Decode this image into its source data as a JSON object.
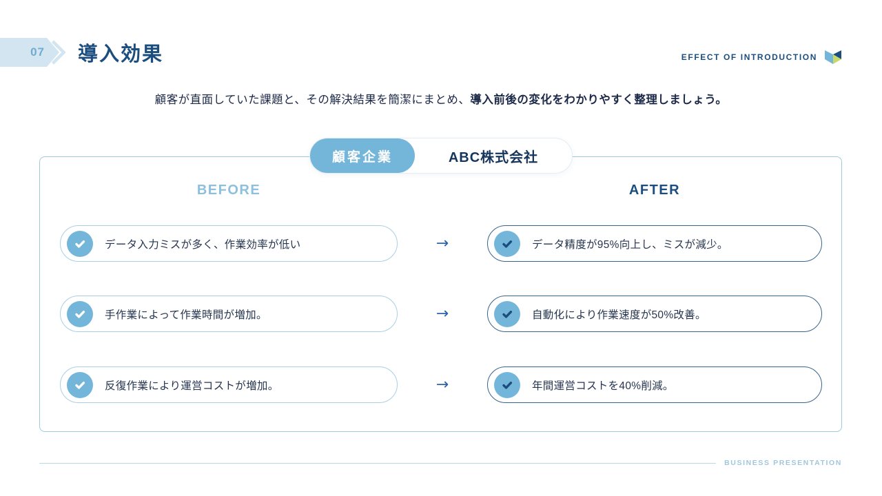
{
  "slide": {
    "page_number": "07",
    "title": "導入効果",
    "header_label": "EFFECT OF INTRODUCTION",
    "subtitle_normal": "顧客が直面していた課題と、その解決結果を簡潔にまとめ、",
    "subtitle_bold": "導入前後の変化をわかりやすく整理しましょう。",
    "arrow_glyph": "→",
    "footer_label": "BUSINESS PRESENTATION"
  },
  "tabs": {
    "active_label": "顧客企業",
    "company_label": "ABC株式会社"
  },
  "columns": {
    "before": "BEFORE",
    "after": "AFTER"
  },
  "rows": [
    {
      "before": "データ入力ミスが多く、作業効率が低い",
      "after": "データ精度が95%向上し、ミスが減少。"
    },
    {
      "before": "手作業によって作業時間が増加。",
      "after": "自動化により作業速度が50%改善。"
    },
    {
      "before": "反復作業により運営コストが増加。",
      "after": "年間運営コストを40%削減。"
    }
  ],
  "icons": {
    "row_marker": "check-icon",
    "header_logo": "book-logo-icon",
    "badge_shape": "arrow-banner-icon"
  },
  "colors": {
    "accent_blue": "#74b6da",
    "navy": "#1b4e7f",
    "text_dark": "#26354f",
    "light_border": "#a9cfe4",
    "dark_border": "#37648e",
    "arrow_blue": "#2b64a8",
    "footer_blue": "#a0c6dc",
    "badge_bg": "#d3e5f1",
    "badge_num": "#72abd0",
    "before_heading": "#8cc0de",
    "card_border": "#9ecadd",
    "logo_yellow": "#c6d96a"
  }
}
